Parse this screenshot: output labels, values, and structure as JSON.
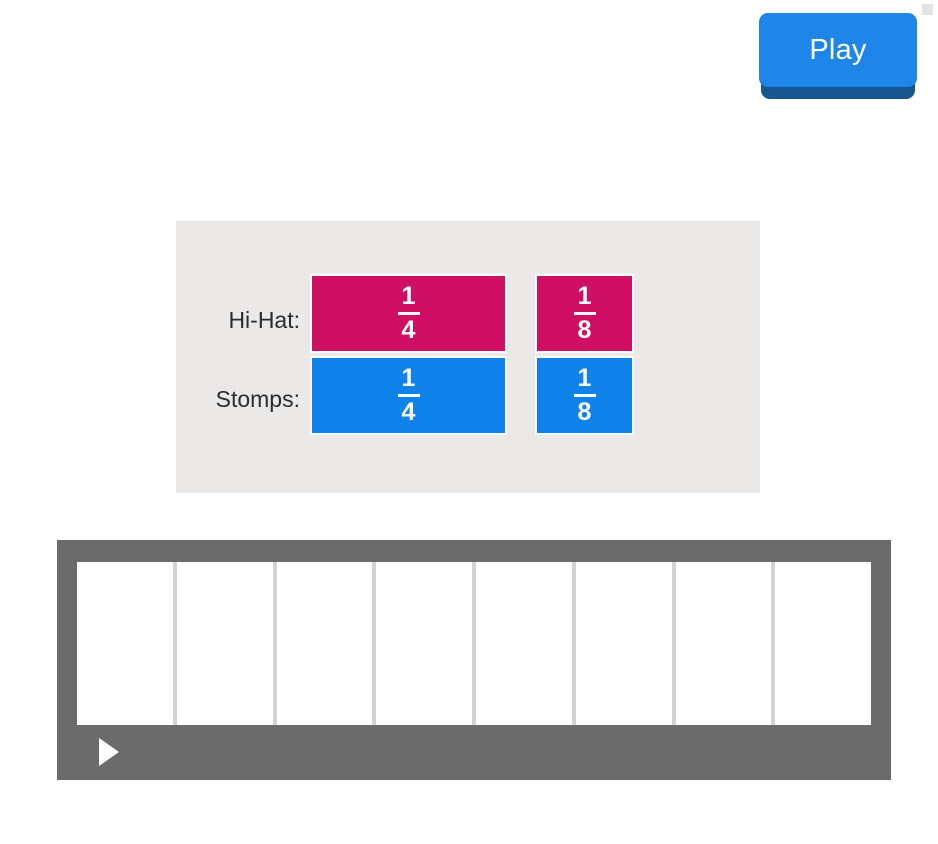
{
  "toolbar": {
    "play_label": "Play",
    "play_icon": "play-label-button",
    "corner_marker_color": "#E4E4E4"
  },
  "palette": {
    "background_color": "#EAE9E7",
    "rows": [
      {
        "id": "hihat",
        "label": "Hi-Hat:",
        "color": "#CE0F64",
        "tiles": [
          {
            "numerator": "1",
            "denominator": "4",
            "value": "1/4",
            "width_units": 2
          },
          {
            "numerator": "1",
            "denominator": "8",
            "value": "1/8",
            "width_units": 1
          }
        ]
      },
      {
        "id": "stomps",
        "label": "Stomps:",
        "color": "#1082EC",
        "tiles": [
          {
            "numerator": "1",
            "denominator": "4",
            "value": "1/4",
            "width_units": 2
          },
          {
            "numerator": "1",
            "denominator": "8",
            "value": "1/8",
            "width_units": 1
          }
        ]
      }
    ]
  },
  "sequencer": {
    "background_color": "#6B6B6B",
    "track_color": "#FFFFFF",
    "divider_color": "#D2D2D2",
    "cell_count": 8,
    "cells": [
      "",
      "",
      "",
      "",
      "",
      "",
      "",
      ""
    ],
    "play_icon": "play-triangle-icon"
  }
}
